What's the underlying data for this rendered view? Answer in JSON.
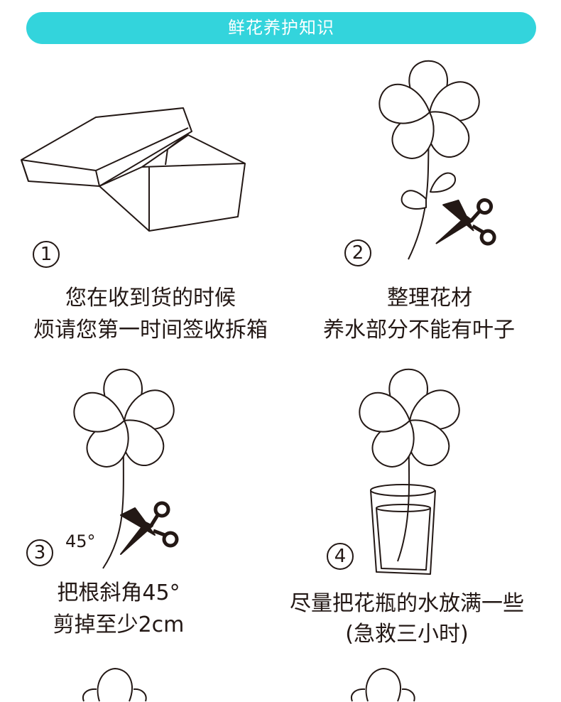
{
  "header": {
    "title": "鲜花养护知识"
  },
  "colors": {
    "accent": "#33d4dc",
    "ink": "#231815"
  },
  "steps": [
    {
      "number": "1",
      "lines": [
        "您在收到货的时候",
        "烦请您第一时间签收拆箱"
      ]
    },
    {
      "number": "2",
      "lines": [
        "整理花材",
        "养水部分不能有叶子"
      ]
    },
    {
      "number": "3",
      "lines": [
        "把根斜角45°",
        "剪掉至少2cm"
      ],
      "angle_label": "45°"
    },
    {
      "number": "4",
      "lines": [
        "尽量把花瓶的水放满一些",
        "(急救三小时)"
      ]
    }
  ]
}
